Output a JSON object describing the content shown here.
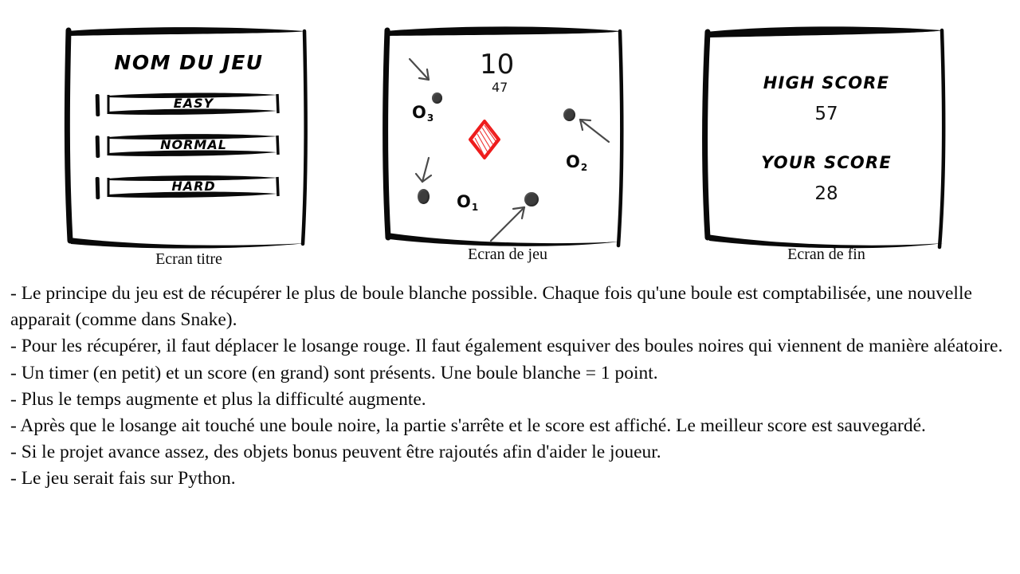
{
  "mockups": [
    {
      "caption": "Ecran titre",
      "kind": "title-screen",
      "title": "NOM DU JEU",
      "buttons": [
        {
          "label": "EASY"
        },
        {
          "label": "NORMAL"
        },
        {
          "label": "HARD"
        }
      ]
    },
    {
      "caption": "Ecran de jeu",
      "kind": "game-screen",
      "hud": {
        "score": "10",
        "timer": "47"
      },
      "player": {
        "shape": "red-diamond",
        "color": "#ee1c1c"
      },
      "black_balls": [
        {
          "id": "ball-top-left"
        },
        {
          "id": "ball-right"
        },
        {
          "id": "ball-left"
        },
        {
          "id": "ball-bottom"
        }
      ],
      "white_ball_labels": [
        {
          "base": "O",
          "sub": "1"
        },
        {
          "base": "O",
          "sub": "2"
        },
        {
          "base": "O",
          "sub": "3"
        }
      ]
    },
    {
      "caption": "Ecran de fin",
      "kind": "end-screen",
      "rows": [
        {
          "heading": "HIGH SCORE",
          "value": "57"
        },
        {
          "heading": "YOUR SCORE",
          "value": "28"
        }
      ]
    }
  ],
  "description": {
    "lines": [
      "- Le principe du jeu est de récupérer le plus de boule blanche possible. Chaque fois qu'une boule est comptabilisée, une nouvelle apparait (comme dans Snake).",
      "- Pour les récupérer, il faut déplacer le losange rouge.  Il faut également esquiver des boules noires qui viennent de manière aléatoire.",
      "- Un timer (en petit) et un score (en grand) sont présents. Une boule blanche = 1 point.",
      "- Plus le temps augmente et plus la difficulté augmente.",
      "- Après que le losange ait touché une boule noire, la partie s'arrête et le score est affiché. Le meilleur score est sauvegardé.",
      "- Si le projet avance assez, des objets bonus peuvent être rajoutés afin d'aider le joueur.",
      "- Le jeu serait fais sur Python."
    ]
  },
  "colors": {
    "ink": "#0b0b0b",
    "player_red": "#ee1c1c",
    "ball_gray": "#3d3d3d",
    "background": "#ffffff"
  }
}
